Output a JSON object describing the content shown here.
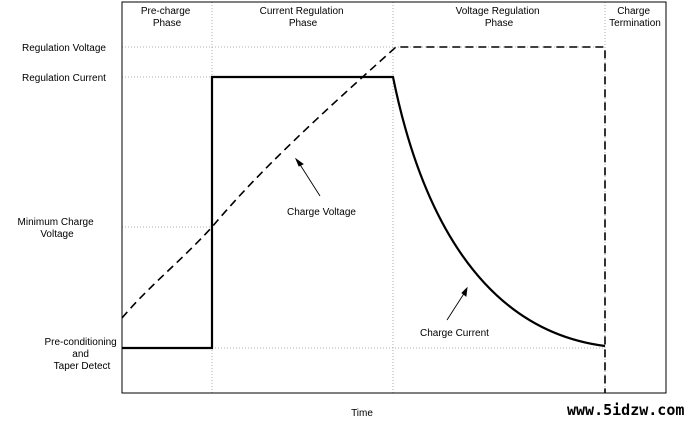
{
  "phases": [
    {
      "lines": [
        "Pre-charge",
        "Phase"
      ]
    },
    {
      "lines": [
        "Current Regulation",
        "Phase"
      ]
    },
    {
      "lines": [
        "Voltage Regulation",
        "Phase"
      ]
    },
    {
      "lines": [
        "Charge",
        "Termination"
      ]
    }
  ],
  "y_labels": {
    "regulation_voltage": "Regulation Voltage",
    "regulation_current": "Regulation Current",
    "minimum_charge_voltage": [
      "Minimum Charge",
      "Voltage"
    ],
    "preconditioning": [
      "Pre-conditioning",
      "and",
      "Taper Detect"
    ]
  },
  "annotations": {
    "charge_voltage": "Charge Voltage",
    "charge_current": "Charge Current"
  },
  "x_label": "Time",
  "watermark": {
    "text": "www.5idzw.com",
    "color": "#cc0000"
  },
  "colors": {
    "curves": "#000000",
    "guides": "#999999",
    "frame": "#000000"
  }
}
